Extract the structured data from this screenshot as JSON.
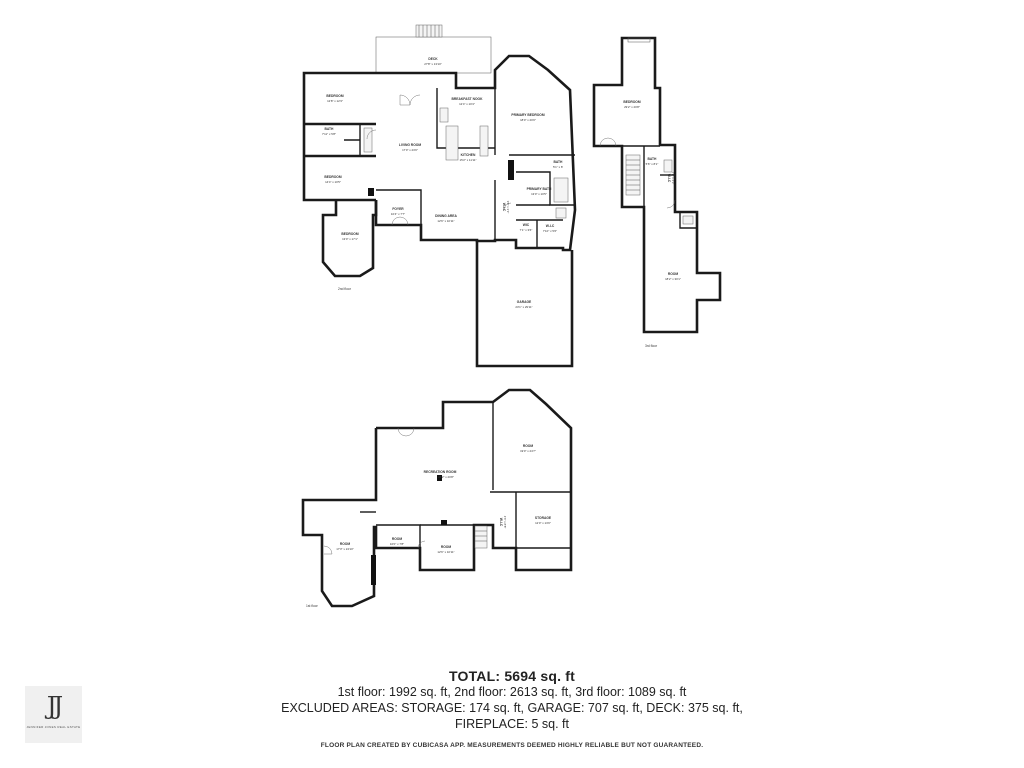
{
  "plan": {
    "second_floor": {
      "label": "2nd floor",
      "rooms": {
        "deck": {
          "name": "DECK",
          "dims": "27'8\" x 13'10\""
        },
        "bedroom_a": {
          "name": "BEDROOM",
          "dims": "12'8\" x 12'3\""
        },
        "bath_a": {
          "name": "BATH",
          "dims": "7'11\" x 5'8\""
        },
        "bedroom_b": {
          "name": "BEDROOM",
          "dims": "14'4\" x 10'5\""
        },
        "bedroom_c": {
          "name": "BEDROOM",
          "dims": "13'0\" x 17'1\""
        },
        "living": {
          "name": "LIVING ROOM",
          "dims": "17'0\" x 23'0\""
        },
        "breakfast": {
          "name": "BREAKFAST NOOK",
          "dims": "12'4\" x 10'4\""
        },
        "kitchen": {
          "name": "KITCHEN",
          "dims": "15'2\" x 11'11\""
        },
        "foyer": {
          "name": "FOYER",
          "dims": "10'4\" x 7'7\""
        },
        "dining": {
          "name": "DINING AREA",
          "dims": "12'6\" x 10'11\""
        },
        "primary_bed": {
          "name": "PRIMARY BEDROOM",
          "dims": "18'0\" x 20'0\""
        },
        "bath_b": {
          "name": "BATH",
          "dims": "5'1\" x 8'"
        },
        "primary_bath": {
          "name": "PRIMARY BATH",
          "dims": "13'0\" x 10'5\""
        },
        "wic_a": {
          "name": "WIC",
          "dims": "7'1\" x 3'6\""
        },
        "wic_b": {
          "name": "W-I-C",
          "dims": "7'10\" x 5'6\""
        },
        "wic_c": {
          "name": "W-I-C",
          "dims": "9'8\" x 3'1\""
        },
        "garage": {
          "name": "GARAGE",
          "dims": "23'1\" x 29'11\""
        }
      }
    },
    "third_floor": {
      "label": "3rd floor",
      "rooms": {
        "bedroom": {
          "name": "BEDROOM",
          "dims": "29'2\" x 20'8\""
        },
        "room": {
          "name": "ROOM",
          "dims": "18'2\" x 30'1\""
        },
        "bath": {
          "name": "BATH",
          "dims": "5'6\" x 8'1\""
        },
        "wic": {
          "name": "W-I-C",
          "dims": "7'0\" x 4'3\""
        }
      }
    },
    "first_floor": {
      "label": "1st floor",
      "rooms": {
        "recreation": {
          "name": "RECREATION ROOM",
          "dims": "28'2\" x 20'8\""
        },
        "room_a": {
          "name": "ROOM",
          "dims": "19'0\" x 24'7\""
        },
        "storage": {
          "name": "STORAGE",
          "dims": "12'0\" x 13'0\""
        },
        "wic": {
          "name": "W-I-C",
          "dims": "4'6\" x 8'8\""
        },
        "room_b": {
          "name": "ROOM",
          "dims": "17'3\" x 24'10\""
        },
        "room_c": {
          "name": "ROOM",
          "dims": "10'0\" x 7'8\""
        },
        "room_d": {
          "name": "ROOM",
          "dims": "12'6\" x 10'11\""
        }
      }
    }
  },
  "summary": {
    "total": "TOTAL: 5694 sq. ft",
    "floors": "1st floor: 1992 sq. ft, 2nd floor: 2613 sq. ft, 3rd floor: 1089 sq. ft",
    "excluded": "EXCLUDED AREAS: STORAGE: 174 sq. ft, GARAGE: 707 sq. ft, DECK: 375 sq. ft,",
    "fireplace": "FIREPLACE: 5 sq. ft"
  },
  "disclaimer": "FLOOR PLAN CREATED BY CUBICASA APP. MEASUREMENTS DEEMED HIGHLY RELIABLE BUT NOT GUARANTEED.",
  "logo": {
    "mark": "JJ",
    "caption": "JENNIFER JONES REAL ESTATE"
  },
  "colors": {
    "walls": "#1a1a1a",
    "logo_background": "#f0f0f0"
  }
}
